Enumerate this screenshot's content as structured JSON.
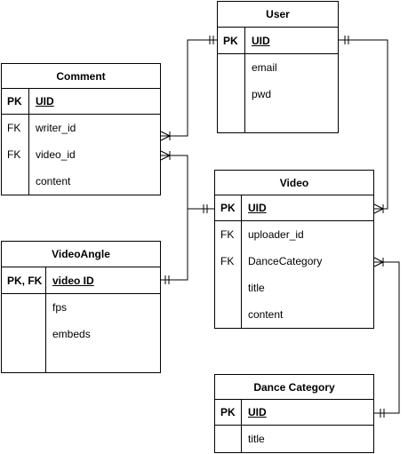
{
  "entities": {
    "user": {
      "title": "User",
      "pk": {
        "key": "PK",
        "attr": "UID"
      },
      "rows": [
        {
          "key": "",
          "attr": "email"
        },
        {
          "key": "",
          "attr": "pwd"
        }
      ]
    },
    "comment": {
      "title": "Comment",
      "pk": {
        "key": "PK",
        "attr": "UID"
      },
      "rows": [
        {
          "key": "FK",
          "attr": "writer_id"
        },
        {
          "key": "FK",
          "attr": "video_id"
        },
        {
          "key": "",
          "attr": "content"
        }
      ]
    },
    "video": {
      "title": "Video",
      "pk": {
        "key": "PK",
        "attr": "UID"
      },
      "rows": [
        {
          "key": "FK",
          "attr": "uploader_id"
        },
        {
          "key": "FK",
          "attr": "DanceCategory"
        },
        {
          "key": "",
          "attr": "title"
        },
        {
          "key": "",
          "attr": "content"
        }
      ]
    },
    "video_angle": {
      "title": "VideoAngle",
      "pk": {
        "key": "PK, FK",
        "attr": "video ID"
      },
      "rows": [
        {
          "key": "",
          "attr": "fps"
        },
        {
          "key": "",
          "attr": "embeds"
        }
      ]
    },
    "dance_category": {
      "title": "Dance Category",
      "pk": {
        "key": "PK",
        "attr": "UID"
      },
      "rows": [
        {
          "key": "",
          "attr": "title"
        }
      ]
    }
  },
  "relationships": [
    {
      "from": "user",
      "to": "comment",
      "from_end": "one",
      "to_end": "many"
    },
    {
      "from": "user",
      "to": "video",
      "from_end": "one",
      "to_end": "many"
    },
    {
      "from": "video",
      "to": "comment",
      "from_end": "one",
      "to_end": "many"
    },
    {
      "from": "video",
      "to": "video_angle",
      "from_end": "one",
      "to_end": "one"
    },
    {
      "from": "dance_category",
      "to": "video",
      "from_end": "one",
      "to_end": "many"
    }
  ]
}
